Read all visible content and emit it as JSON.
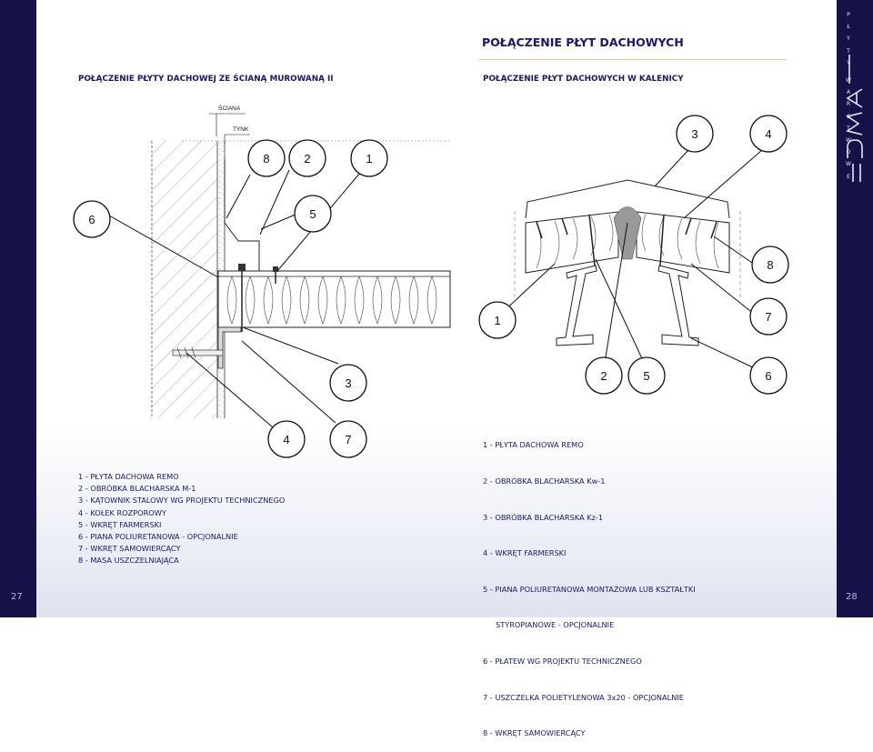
{
  "page": {
    "left_number": "27",
    "right_number": "28",
    "brand_letters": [
      "P",
      "Ł",
      "Y",
      "T",
      "Y",
      "W",
      "A",
      "R",
      "S",
      "T",
      "W",
      "O",
      "W",
      "E"
    ],
    "band_color": "#15124a"
  },
  "left_section": {
    "title": "POŁĄCZENIE PŁYTY DACHOWEJ ZE ŚCIANĄ MUROWANĄ II",
    "label_wall": "ŚCIANA",
    "label_plaster": "TYNK",
    "callouts": [
      "8",
      "2",
      "1",
      "6",
      "5",
      "3",
      "4",
      "7"
    ],
    "legend": [
      "1 - PŁYTA DACHOWA REMO",
      "2 - OBRÓBKA BLACHARSKA M-1",
      "3 - KĄTOWNIK STALOWY WG PROJEKTU TECHNICZNEGO",
      "4 - KOŁEK ROZPOROWY",
      "5 - WKRĘT FARMERSKI",
      "6 - PIANA POLIURETANOWA - OPCJONALNIE",
      "7 - WKRĘT SAMOWIERCĄCY",
      "8 - MASA USZCZELNIAJĄCA"
    ]
  },
  "right_section": {
    "header": "POŁĄCZENIE PŁYT DACHOWYCH",
    "title": "POŁĄCZENIE PŁYT DACHOWYCH W KALENICY",
    "callouts": [
      "3",
      "4",
      "8",
      "1",
      "7",
      "2",
      "5",
      "6"
    ],
    "legend": [
      "1 - PŁYTA DACHOWA REMO",
      "2 - OBRÓBKA BLACHARSKA Kw-1",
      "3 - OBRÓBKA BLACHARSKA Kz-1",
      "4 - WKRĘT FARMERSKI",
      "5 - PIANA POLIURETANOWA MONTAŻOWA LUB KSZTAŁTKI",
      "     STYROPIANOWE - OPCJONALNIE",
      "6 - PŁATEW WG PROJEKTU TECHNICZNEGO",
      "7 - USZCZELKA POLIETYLENOWA 3x20 - OPCJONALNIE",
      "8 - WKRĘT SAMOWIERCĄCY"
    ]
  }
}
